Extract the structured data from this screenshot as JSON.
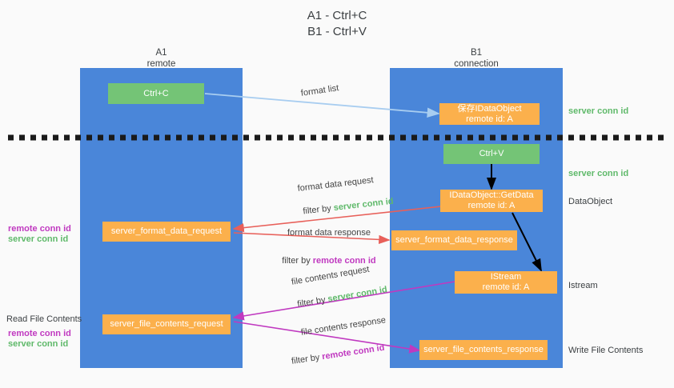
{
  "title": {
    "line1": "A1 - Ctrl+C",
    "line2": "B1 - Ctrl+V"
  },
  "lanes": [
    {
      "id": "a1",
      "name": "A1",
      "role": "remote"
    },
    {
      "id": "b1",
      "name": "B1",
      "role": "connection"
    }
  ],
  "nodes": {
    "ctrl_c": "Ctrl+C",
    "ctrl_v": "Ctrl+V",
    "save_idataobject": "保存IDataObject\nremote id: A",
    "getdata": "IDataObject::GetData\nremote id: A",
    "istream": "IStream\nremote id: A",
    "server_format_data_request": "server_format_data_request",
    "server_format_data_response": "server_format_data_response",
    "server_file_contents_request": "server_file_contents_request",
    "server_file_contents_response": "server_file_contents_response"
  },
  "edge_labels": {
    "format_list": "format list",
    "format_data_request": "format data request",
    "format_data_request_filter_prefix": "filter by ",
    "format_data_request_filter_key": "server conn id",
    "format_data_response": "format data response",
    "format_data_response_filter_prefix": "filter by ",
    "format_data_response_filter_key": "remote conn id",
    "file_contents_request": "file contents request",
    "file_contents_request_filter_prefix": "filter by ",
    "file_contents_request_filter_key": "server conn id",
    "file_contents_response": "file contents response",
    "file_contents_response_filter_prefix": "filter by ",
    "file_contents_response_filter_key": "remote conn id"
  },
  "annotations": {
    "right_server_conn_id_top": "server conn id",
    "right_server_conn_id_mid": "server conn id",
    "dataobject": "DataObject",
    "istream": "Istream",
    "write_file_contents": "Write File Contents",
    "read_file_contents": "Read File Contents",
    "left_remote_conn_id_1": "remote conn id",
    "left_server_conn_id_1": "server conn id",
    "left_remote_conn_id_2": "remote conn id",
    "left_server_conn_id_2": "server conn id"
  },
  "colors": {
    "lane": "#4a86d9",
    "node_green": "#74c476",
    "node_orange": "#fbb04c",
    "arrow_lightblue": "#a8cdf0",
    "arrow_red": "#e8605a",
    "arrow_magenta": "#c039c0",
    "arrow_black": "#000000",
    "text_green": "#5fb96a",
    "text_purple": "#c039c0",
    "background": "#fafafa",
    "divider": "#1a1a1a"
  }
}
